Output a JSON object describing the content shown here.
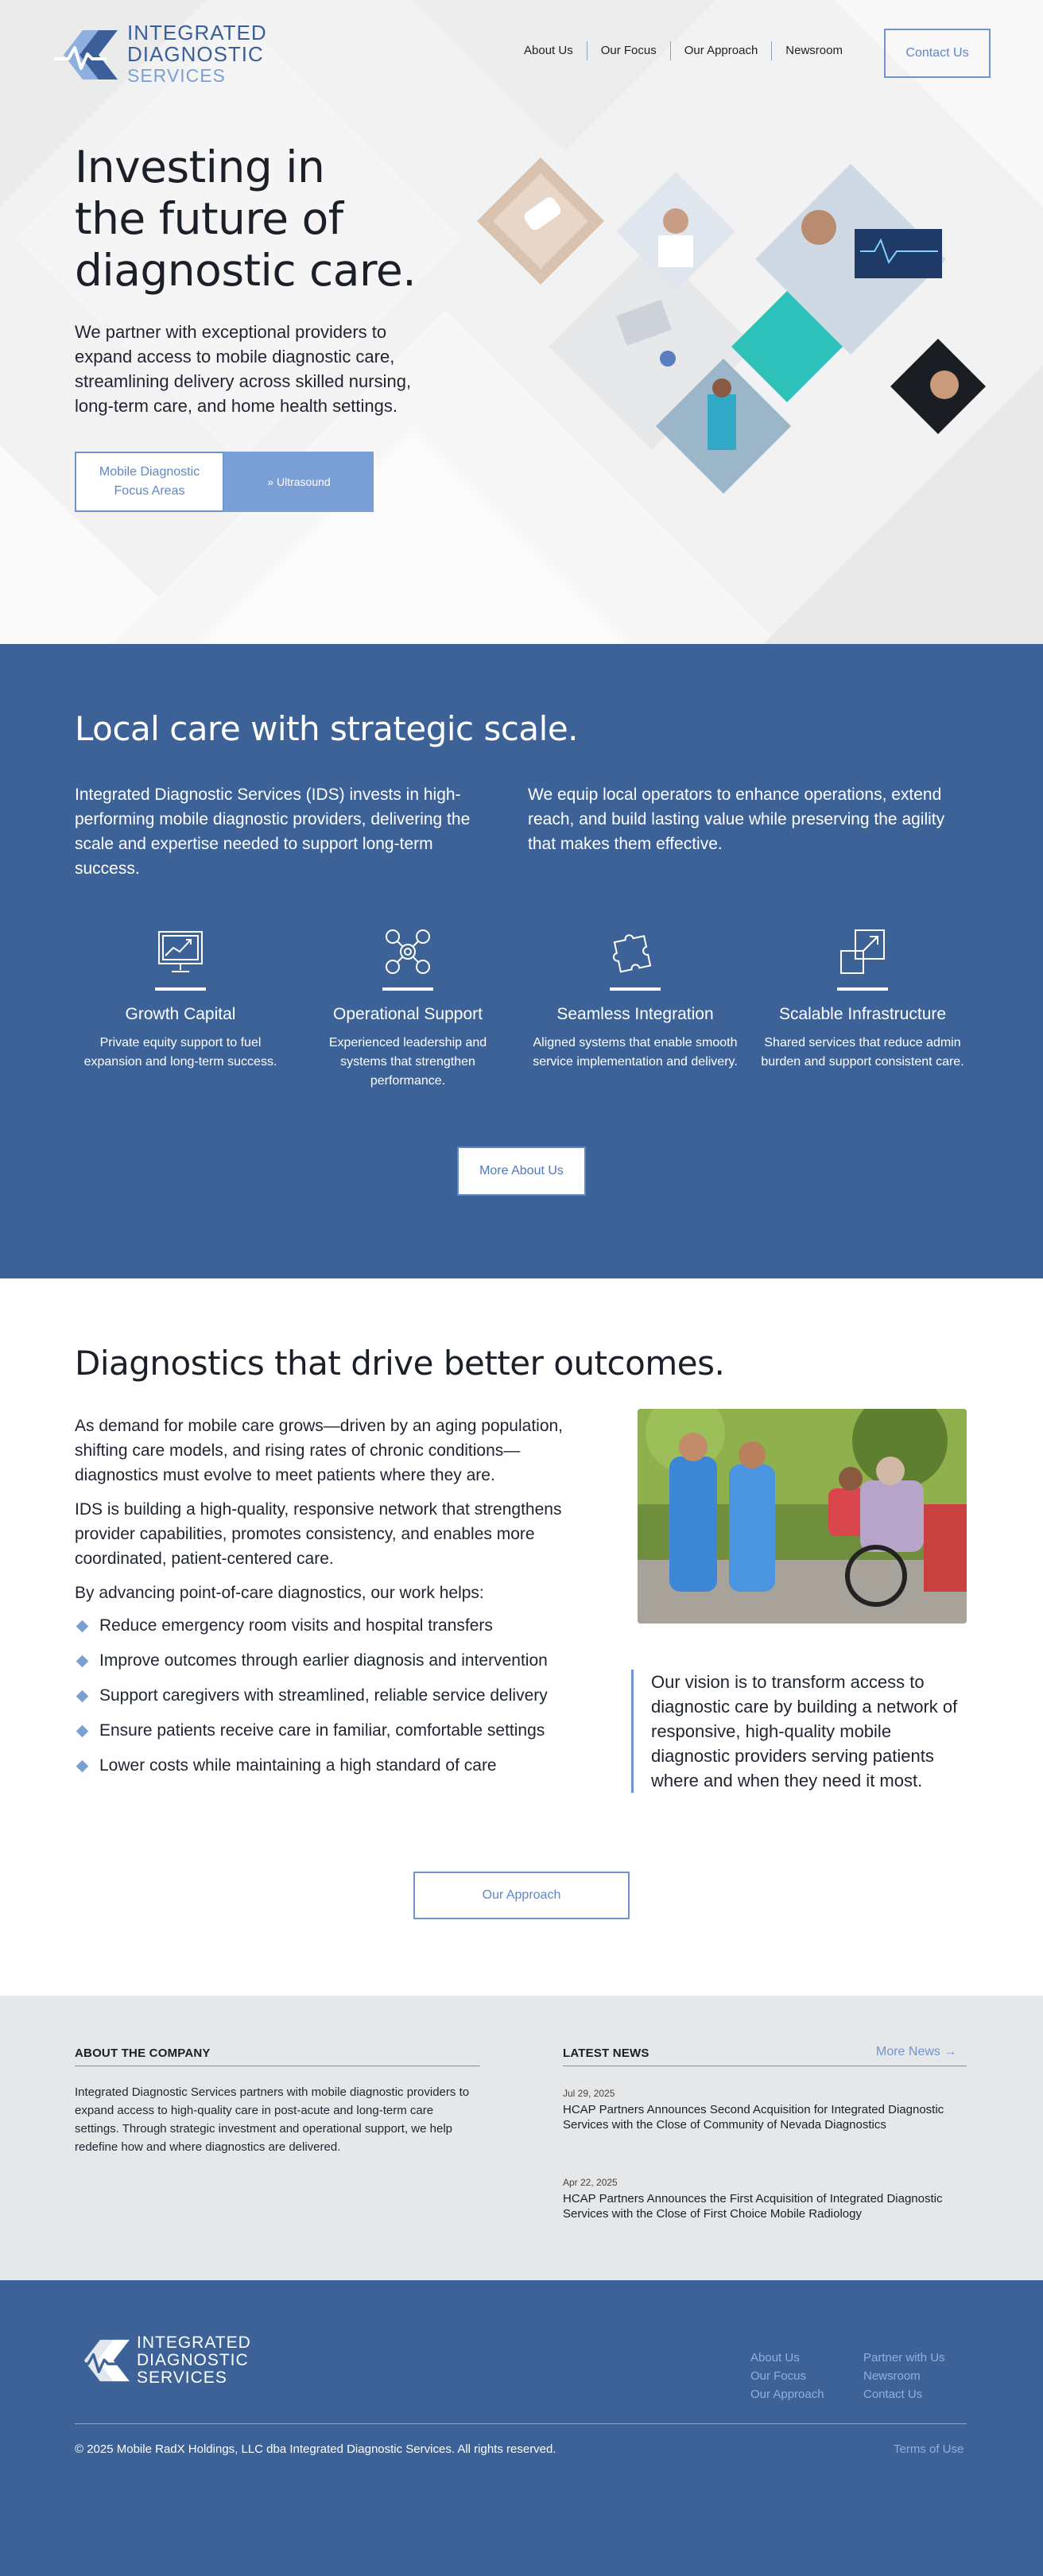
{
  "brand": {
    "line1": "INTEGRATED",
    "line2": "DIAGNOSTIC",
    "line3": "SERVICES",
    "primary_color": "#3d6297",
    "accent_color": "#7a9ed6"
  },
  "nav": {
    "items": [
      {
        "label": "About Us"
      },
      {
        "label": "Our Focus"
      },
      {
        "label": "Our Approach"
      },
      {
        "label": "Newsroom"
      }
    ],
    "contact_label": "Contact Us"
  },
  "hero": {
    "title_line1": "Investing in",
    "title_line2": "the future of",
    "title_line3": "diagnostic care.",
    "subtitle": "We partner with exceptional providers to expand access to mobile diagnostic care, streamlining delivery across skilled nursing, long-term care, and home health settings.",
    "button_focus": "Mobile Diagnostic Focus Areas",
    "button_ultrasound": "» Ultrasound"
  },
  "local": {
    "title": "Local care with strategic scale.",
    "col1": "Integrated Diagnostic Services (IDS) invests in high-performing mobile diagnostic providers, delivering the scale and expertise needed to support long-term success.",
    "col2": "We equip local operators to enhance operations, extend reach, and build lasting value while preserving the agility that makes them effective.",
    "features": [
      {
        "icon": "growth-chart-icon",
        "title": "Growth Capital",
        "desc": "Private equity support to fuel expansion and long-term success."
      },
      {
        "icon": "team-network-icon",
        "title": "Operational Support",
        "desc": "Experienced leadership and systems that strengthen performance."
      },
      {
        "icon": "puzzle-integration-icon",
        "title": "Seamless Integration",
        "desc": "Aligned systems that enable smooth service implementation and delivery."
      },
      {
        "icon": "scale-arrow-icon",
        "title": "Scalable Infrastructure",
        "desc": "Shared services that reduce admin burden and support consistent care."
      }
    ],
    "more_about": "More About Us"
  },
  "diagnostics": {
    "title": "Diagnostics that drive better outcomes.",
    "p1": "As demand for mobile care grows—driven by an aging population, shifting care models, and rising rates of chronic conditions—diagnostics must evolve to meet patients where they are.",
    "p2": "IDS is building a high-quality, responsive network that strengthens provider capabilities, promotes consistency, and enables more coordinated, patient-centered care.",
    "p3": "By advancing point-of-care diagnostics, our work helps:",
    "bullets": [
      "Reduce emergency room visits and hospital transfers",
      "Improve outcomes through earlier diagnosis and intervention",
      "Support caregivers with streamlined, reliable service delivery",
      "Ensure patients receive care in familiar, comfortable settings",
      "Lower costs while maintaining a high standard of care"
    ],
    "quote": "Our vision is to transform access to diagnostic care by building a network of responsive, high-quality mobile diagnostic providers serving patients where and when they need it most.",
    "approach_button": "Our Approach"
  },
  "about_company": {
    "heading": "ABOUT THE COMPANY",
    "text": "Integrated Diagnostic Services partners with mobile diagnostic providers to expand access to high-quality care in post-acute and long-term care settings. Through strategic investment and operational support, we help redefine how and where diagnostics are delivered."
  },
  "news": {
    "heading": "LATEST NEWS",
    "more": "More News →",
    "items": [
      {
        "date": "Jul 29, 2025",
        "title": "HCAP Partners Announces Second Acquisition for Integrated Diagnostic Services with the Close of Community of Nevada Diagnostics"
      },
      {
        "date": "Apr 22, 2025",
        "title": "HCAP Partners Announces the First Acquisition of Integrated Diagnostic Services with the Close of First Choice Mobile Radiology"
      }
    ]
  },
  "footer": {
    "links_col1": [
      "About Us",
      "Our Focus",
      "Our Approach"
    ],
    "links_col2": [
      "Partner with Us",
      "Newsroom",
      "Contact Us"
    ],
    "copyright": "© 2025 Mobile RadX Holdings, LLC dba Integrated Diagnostic Services. All rights reserved.",
    "terms": "Terms of Use"
  }
}
